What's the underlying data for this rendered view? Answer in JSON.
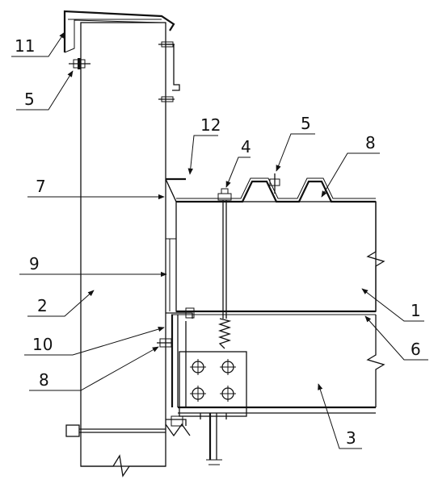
{
  "labels": {
    "l1": "1",
    "l2": "2",
    "l3": "3",
    "l4": "4",
    "l5a": "5",
    "l5b": "5",
    "l6": "6",
    "l7": "7",
    "l8a": "8",
    "l8b": "8",
    "l9": "9",
    "l10": "10",
    "l11": "11",
    "l12": "12"
  },
  "colors": {
    "line": "#111111",
    "background": "#ffffff"
  }
}
